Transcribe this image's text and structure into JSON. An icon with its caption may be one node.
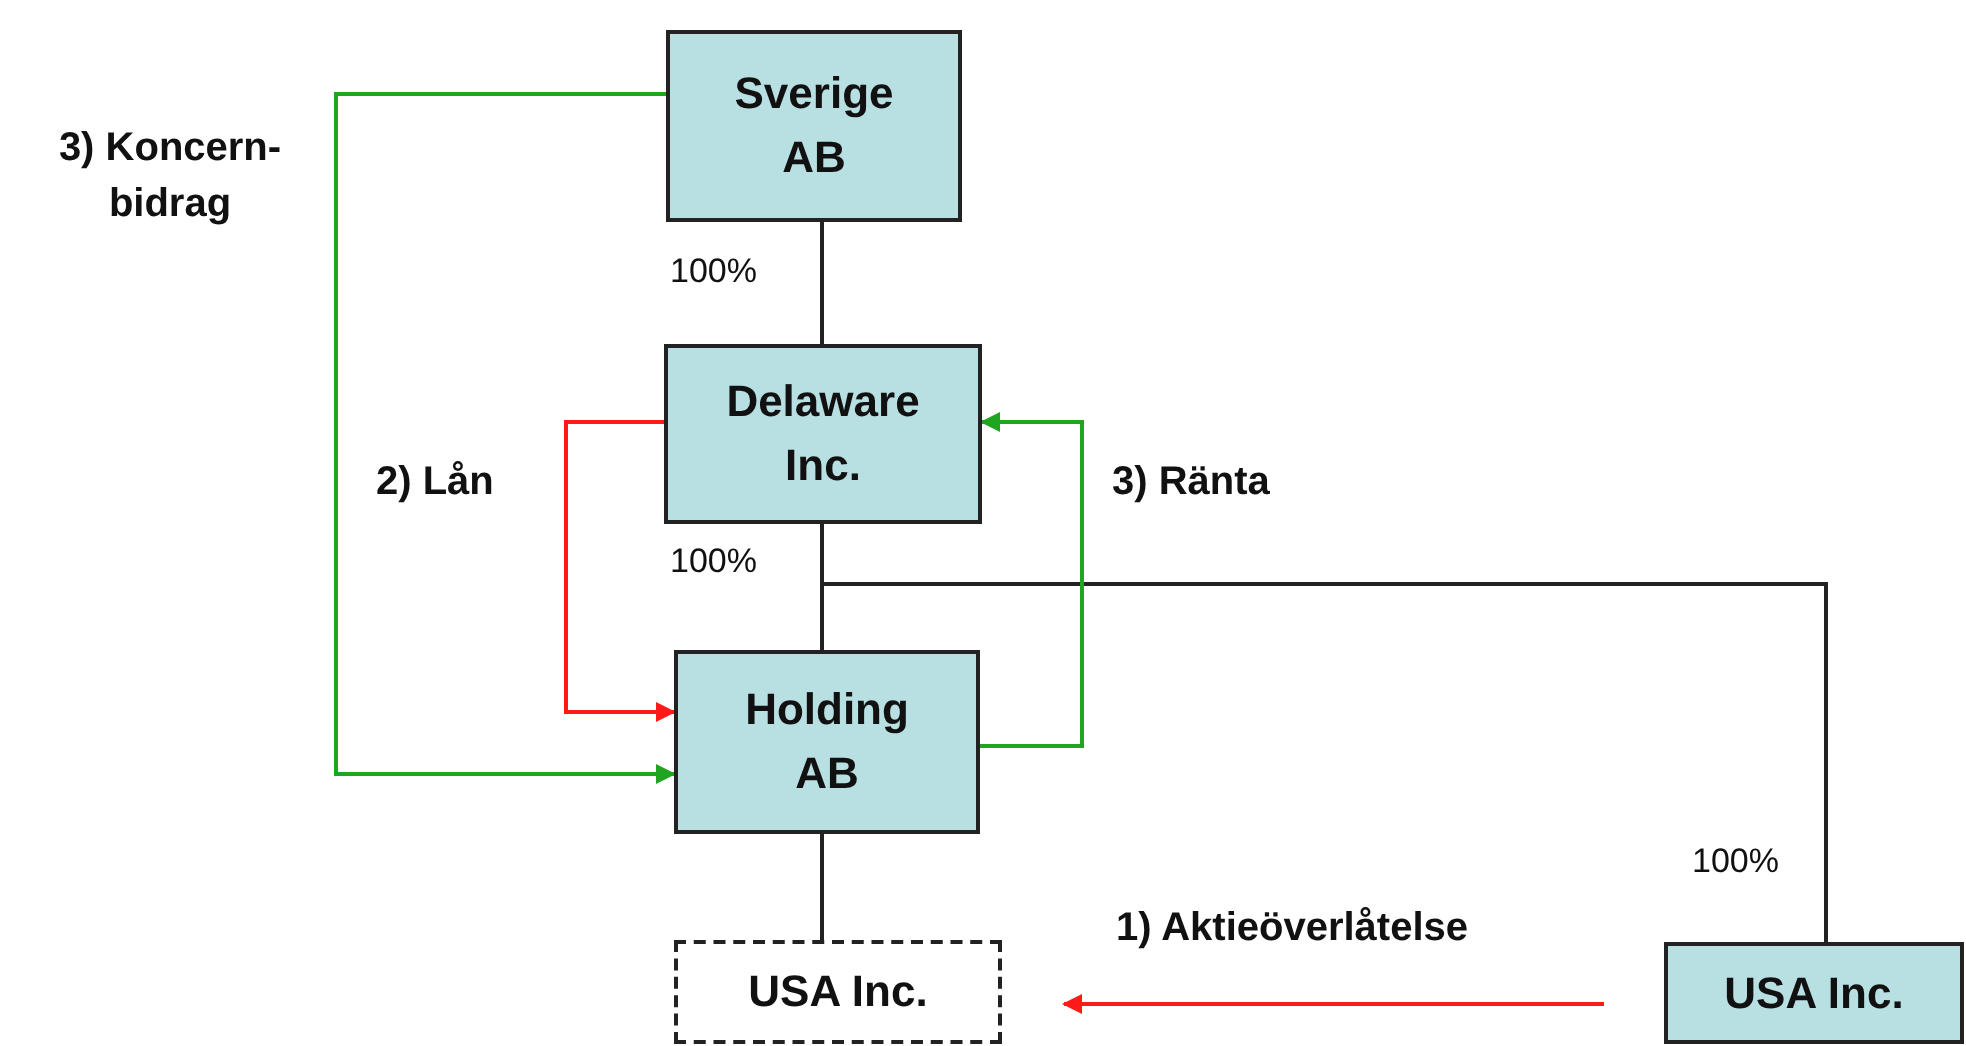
{
  "diagram": {
    "nodes": [
      {
        "text": [
          "Sverige AB"
        ]
      },
      {
        "text": [
          "Delaware Inc."
        ]
      },
      {
        "text": [
          "Holding AB"
        ]
      },
      {
        "text": [
          "USA Inc."
        ]
      },
      {
        "text": [
          "USA Inc."
        ]
      }
    ],
    "edges": [
      {
        "from": 0,
        "to": 1,
        "arrow": "none",
        "label": "100%"
      },
      {
        "from": 1,
        "to": 2,
        "arrow": "none",
        "label": "100%"
      },
      {
        "from": 1,
        "to": 4,
        "arrow": "none",
        "label": "100%"
      },
      {
        "from": 2,
        "to": 3,
        "arrow": "none"
      },
      {
        "from": 0,
        "to": 2,
        "arrow": "to",
        "label": "3) Koncern-bidrag",
        "color": "#1fa51f"
      },
      {
        "from": 1,
        "to": 2,
        "arrow": "to",
        "label": "2) Lån",
        "color": "#ff1a1a"
      },
      {
        "from": 2,
        "to": 1,
        "arrow": "to",
        "label": "3) Ränta",
        "color": "#1fa51f"
      },
      {
        "from": 4,
        "to": 3,
        "arrow": "to",
        "label": "1) Aktieöverlåtelse",
        "color": "#ff1a1a"
      }
    ]
  }
}
